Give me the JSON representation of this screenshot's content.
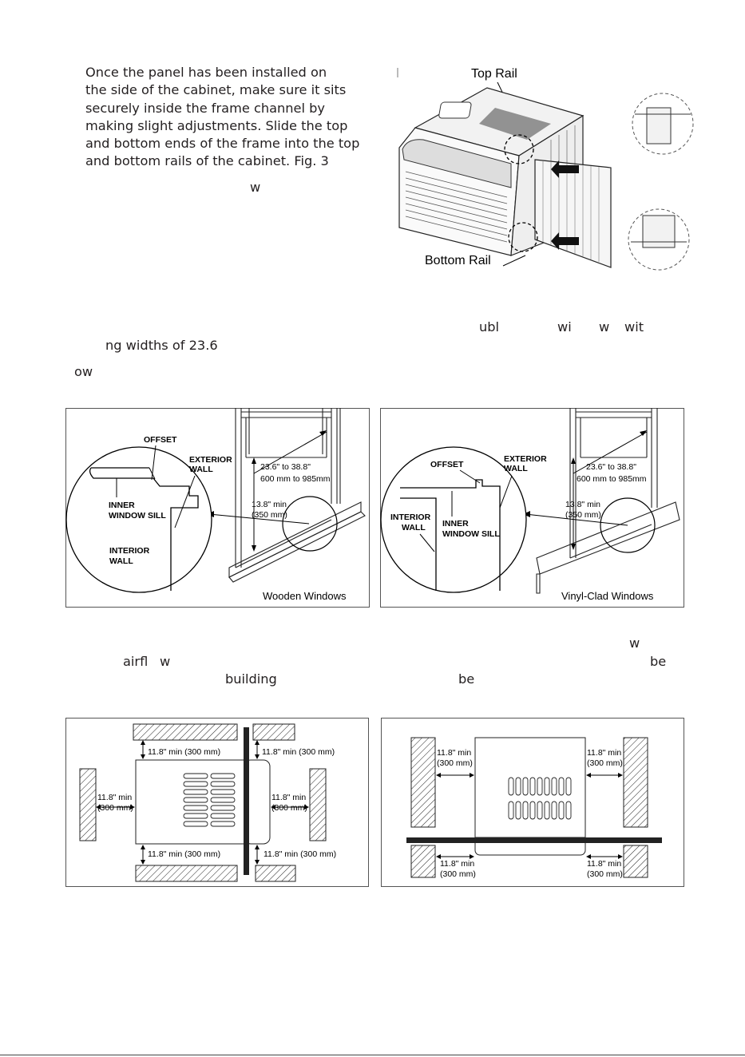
{
  "intro": {
    "lines": [
      "Once the panel has been installed on",
      "the side of the cabinet, make sure it sits",
      "securely inside the frame channel by",
      "making slight adjustments. Slide the top",
      "and bottom ends of the frame into the top",
      "and bottom rails of the cabinet. Fig. 3"
    ]
  },
  "fragments": {
    "f_w1": "w",
    "f_ubl": "ubl",
    "f_wi": "wi",
    "f_w2": "w",
    "f_wit": "wit",
    "f_widths": "ng widths of 23.6",
    "f_ow": "ow",
    "f_w3": "w",
    "f_airfl": "airfl",
    "f_w4": "w",
    "f_be1": "be",
    "f_building": "building",
    "f_be2": "be"
  },
  "fig3": {
    "top_rail": "Top Rail",
    "bottom_rail": "Bottom Rail"
  },
  "wooden": {
    "offset": "OFFSET",
    "exterior1": "EXTERIOR",
    "exterior2": "WALL",
    "inner1": "INNER",
    "inner2": "WINDOW SILL",
    "interior1": "INTERIOR",
    "interior2": "WALL",
    "width1": "23.6\" to 38.8\"",
    "width2": "600 mm to 985mm",
    "height1": "13.8\" min",
    "height2": "(350 mm)",
    "caption": "Wooden Windows"
  },
  "vinyl": {
    "offset": "OFFSET",
    "exterior1": "EXTERIOR",
    "exterior2": "WALL",
    "interior1": "INTERIOR",
    "interior2": "WALL",
    "inner1": "INNER",
    "inner2": "WINDOW SILL",
    "width1": "23.6\" to 38.8\"",
    "width2": "600 mm to 985mm",
    "height1": "13.8\" min",
    "height2": "(350 mm)",
    "caption": "Vinyl-Clad Windows"
  },
  "clear_left": {
    "top_left": "11.8\" min (300 mm)",
    "top_right": "11.8\" min (300 mm)",
    "left1": "11.8\" min",
    "left2": "(300 mm)",
    "right1": "11.8\" min",
    "right2": "(300 mm)",
    "bottom_left": "11.8\" min (300 mm)",
    "bottom_right": "11.8\" min (300 mm)"
  },
  "clear_right": {
    "tl1": "11.8\" min",
    "tl2": "(300 mm)",
    "tr1": "11.8\" min",
    "tr2": "(300 mm)",
    "bl1": "11.8\" min",
    "bl2": "(300 mm)",
    "br1": "11.8\" min",
    "br2": "(300 mm)"
  }
}
